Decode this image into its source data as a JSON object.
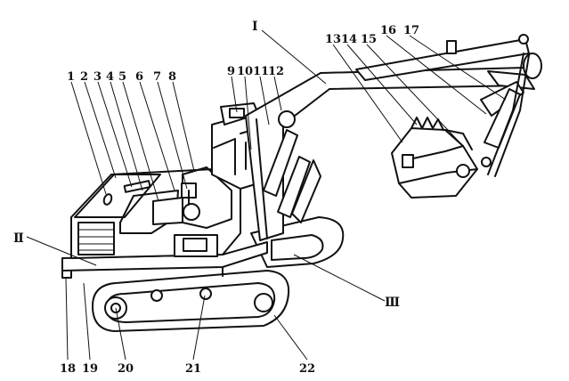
{
  "diagram": {
    "labels": [
      {
        "id": "I",
        "text": "Ⅰ"
      },
      {
        "id": "II",
        "text": "Ⅱ"
      },
      {
        "id": "III",
        "text": "Ⅲ"
      },
      {
        "id": "n1",
        "text": "1"
      },
      {
        "id": "n2",
        "text": "2"
      },
      {
        "id": "n3",
        "text": "3"
      },
      {
        "id": "n4",
        "text": "4"
      },
      {
        "id": "n5",
        "text": "5"
      },
      {
        "id": "n6",
        "text": "6"
      },
      {
        "id": "n7",
        "text": "7"
      },
      {
        "id": "n8",
        "text": "8"
      },
      {
        "id": "n9",
        "text": "9"
      },
      {
        "id": "n10",
        "text": "10"
      },
      {
        "id": "n11",
        "text": "11"
      },
      {
        "id": "n12",
        "text": "12"
      },
      {
        "id": "n13",
        "text": "13"
      },
      {
        "id": "n14",
        "text": "14"
      },
      {
        "id": "n15",
        "text": "15"
      },
      {
        "id": "n16",
        "text": "16"
      },
      {
        "id": "n17",
        "text": "17"
      },
      {
        "id": "n18",
        "text": "18"
      },
      {
        "id": "n19",
        "text": "19"
      },
      {
        "id": "n20",
        "text": "20"
      },
      {
        "id": "n21",
        "text": "21"
      },
      {
        "id": "n22",
        "text": "22"
      }
    ]
  }
}
